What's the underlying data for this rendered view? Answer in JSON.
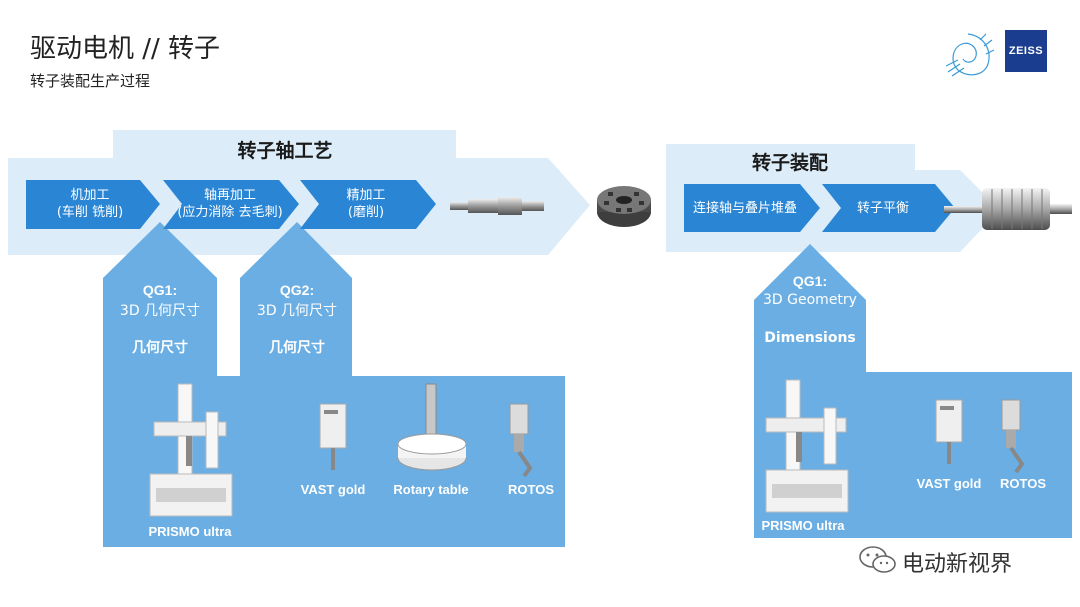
{
  "header": {
    "title": "驱动电机 // 转子",
    "subtitle": "转子装配生产过程",
    "logo_text": "ZEISS"
  },
  "shaft_process": {
    "label": "转子轴工艺",
    "steps": [
      {
        "line1": "机加工",
        "line2": "(车削 铣削)"
      },
      {
        "line1": "轴再加工",
        "line2": "(应力消除 去毛刺)"
      },
      {
        "line1": "精加工",
        "line2": "(磨削)"
      }
    ],
    "qg": [
      {
        "title": "QG1:",
        "sub": "3D 几何尺寸",
        "dim": "几何尺寸"
      },
      {
        "title": "QG2:",
        "sub": "3D 几何尺寸",
        "dim": "几何尺寸"
      }
    ],
    "devices": [
      "PRISMO ultra",
      "VAST gold",
      "Rotary table",
      "ROTOS"
    ]
  },
  "assembly_process": {
    "label": "转子装配",
    "steps": [
      {
        "line1": "连接轴与叠片堆叠"
      },
      {
        "line1": "转子平衡"
      }
    ],
    "qg": {
      "title": "QG1:",
      "sub": "3D Geometry",
      "dim": "Dimensions"
    },
    "devices": [
      "PRISMO ultra",
      "VAST gold",
      "ROTOS"
    ]
  },
  "watermark": "电动新视界",
  "colors": {
    "light_band": "#dcecf8",
    "step_blue": "#2a86d4",
    "panel_blue": "#6aaee3"
  },
  "icons": [
    "zeiss-spiral-logo-icon",
    "zeiss-logo-icon",
    "shaft-icon",
    "lamination-stack-icon",
    "rotor-icon",
    "cmm-machine-icon",
    "probe-icon",
    "rotary-table-icon",
    "wechat-icon"
  ]
}
